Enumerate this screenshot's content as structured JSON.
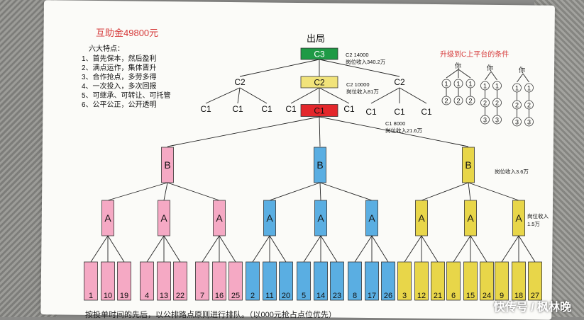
{
  "title": "互助金49800元",
  "features": {
    "title": "六大特点：",
    "items": [
      "1、首先保本，然后盈利",
      "2、满点运作，集体晋升",
      "3、合作抢点，多劳多得",
      "4、一次投入，多次回报",
      "5、可继承、可转让、可托管",
      "6、公平公正，公开透明"
    ]
  },
  "top_label": "出局",
  "c3": {
    "label": "C3",
    "info": [
      "C2 14000",
      "岗位收入340.2万"
    ]
  },
  "c2": {
    "label": "C2",
    "info": [
      "C2 10000",
      "岗位收入81万"
    ]
  },
  "c1": {
    "label": "C1",
    "info": [
      "C1 8000",
      "岗位收入21.6万"
    ]
  },
  "b_label": "B",
  "b_info": "岗位收入3.6万",
  "a_label": "A",
  "a_info": [
    "岗位收入",
    "1.5万"
  ],
  "leaves": [
    "1",
    "10",
    "19",
    "4",
    "13",
    "22",
    "7",
    "16",
    "25",
    "2",
    "11",
    "20",
    "5",
    "14",
    "23",
    "8",
    "17",
    "26",
    "3",
    "12",
    "21",
    "6",
    "15",
    "24",
    "9",
    "18",
    "27"
  ],
  "conditions": {
    "title": "升级到C上平台的条件",
    "you": "你",
    "circle1": "①",
    "circle2": "②",
    "circle3": "③"
  },
  "bottom_text": "按投单时间的先后，以公排路点原则进行排队。（以000元抢占点位优先）",
  "watermark": "快传号 / 枫林晚",
  "colors": {
    "red": "#e3272b",
    "green": "#1e9a45",
    "yellow": "#f1e37a",
    "pink": "#f5a9c4",
    "blue": "#5aaee2",
    "mustard": "#e8d649",
    "title_red": "#d63a3a"
  }
}
